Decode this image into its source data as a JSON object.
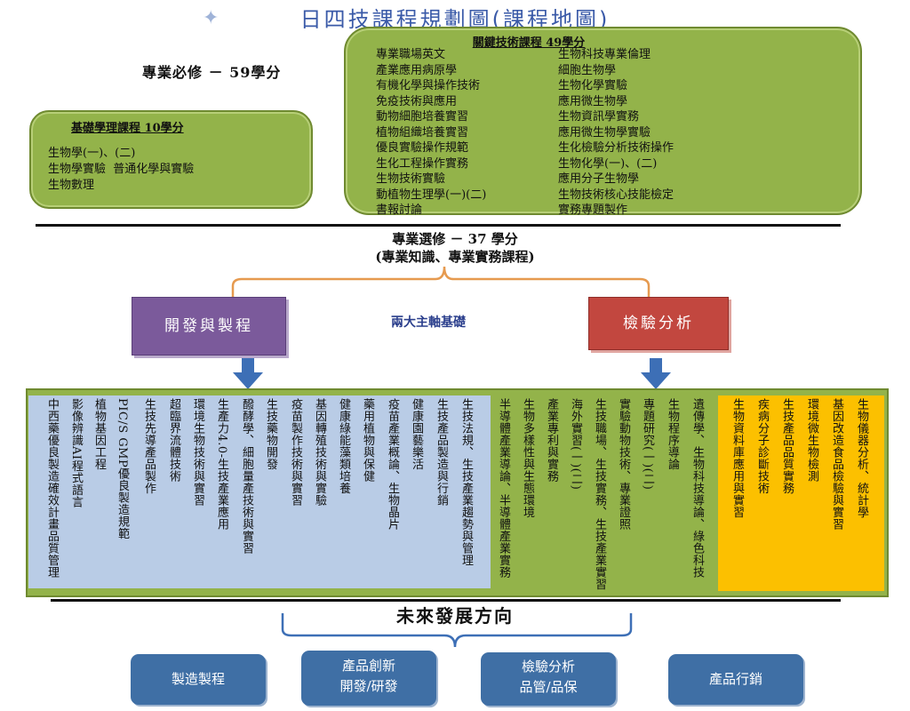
{
  "title": "日四技課程規劃圖(課程地圖)",
  "required_label": "專業必修 － 59學分",
  "key_courses": {
    "heading": "關鍵技術課程 49學分",
    "left": [
      "專業職場英文",
      "產業應用病原學",
      "有機化學與操作技術",
      "免疫技術與應用",
      "動物細胞培養實習",
      "植物組織培養實習",
      "優良實驗操作規範",
      "生化工程操作實務",
      "生物技術實驗",
      "動植物生理學(一)(二)",
      "書報討論"
    ],
    "right": [
      "生物科技專業倫理",
      "細胞生物學",
      "生物化學實驗",
      "應用微生物學",
      "生物資訊學實務",
      "應用微生物學實驗",
      "生化檢驗分析技術操作",
      "生物化學(一)、(二)",
      "應用分子生物學",
      "生物技術核心技能檢定",
      "實務專題製作"
    ]
  },
  "basic_courses": {
    "heading": "基礎學理課程 10學分",
    "line1": "生物學(一)、(二)",
    "line2": "生物學實驗  普通化學與實驗",
    "line3": "生物數理"
  },
  "elective": {
    "line1": "專業選修 － 37 學分",
    "line2": "(專業知識、專業實務課程)"
  },
  "axes": {
    "left": "開發與製程",
    "center": "兩大主軸基礎",
    "right": "檢驗分析"
  },
  "blue_columns": [
    "中西藥優良製造確效計畫品質管理",
    "影像辨識AI程式語言",
    "植物基因工程",
    "PIC/S GMP優良製造規範",
    "生技先導產品製作",
    "超臨界流體技術",
    "環境生物技術與實習",
    "生產力4.0-生技產業應用",
    "醱酵學、細胞量產技術與實習",
    "生技藥物開發",
    "疫苗製作技術與實習",
    "基因轉殖技術與實驗",
    "健康綠能藻類培養",
    "藥用植物與保健",
    "疫苗產業概論、生物晶片",
    "健康園藝樂活",
    "生技產品製造與行銷",
    "生技法規、生技產業趨勢與管理"
  ],
  "green_columns": [
    "半導體產業導論、半導體產業實務",
    "生物多樣性與生態環境",
    "產業專利與實務",
    "海外實習(一)(二)",
    "生技職場、生技實務、生技產業實習",
    "實驗動物技術、專業證照",
    "專題研究(一)(二)",
    "生物程序導論",
    "遺傳學、生物科技導論、綠色科技"
  ],
  "orange_columns": [
    "生物資料庫應用與實習",
    "疾病分子診斷技術",
    "生技產品品質實務",
    "環境微生物檢測",
    "基因改造食品檢驗與實習",
    "生物儀器分析、統計學"
  ],
  "future": {
    "heading": "未來發展方向",
    "boxes": [
      {
        "line1": "製造製程",
        "line2": ""
      },
      {
        "line1": "產品創新",
        "line2": "開發/研發"
      },
      {
        "line1": "檢驗分析",
        "line2": "品管/品保"
      },
      {
        "line1": "產品行銷",
        "line2": ""
      }
    ]
  },
  "colors": {
    "green": "#93b34a",
    "blue_panel": "#b9cce6",
    "orange_panel": "#fcc000",
    "purple_box": "#7b5a9b",
    "red_box": "#c2473f",
    "future_box": "#3f6fa5",
    "arrow": "#3d6fb6",
    "bracket": "#e69a4f"
  }
}
